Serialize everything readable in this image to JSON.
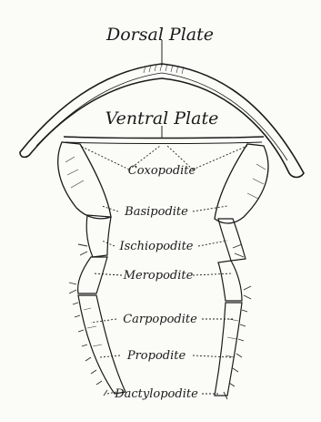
{
  "labels": {
    "dorsal_plate": "Dorsal Plate",
    "ventral_plate": "Ventral Plate",
    "coxopodite": "Coxopodite",
    "basipodite": "Basipodite",
    "ischiopodite": "Ischiopodite",
    "meropodite": "Meropodite",
    "carpopodite": "Carpopodite",
    "propodite": "Propodite",
    "dactylopodite": "Dactylopodite"
  }
}
